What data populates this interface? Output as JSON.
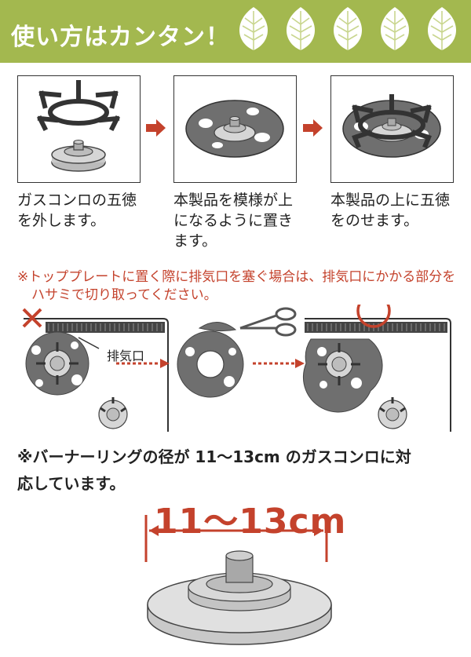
{
  "header": {
    "title": "使い方はカンタン！"
  },
  "steps": [
    {
      "lines": [
        "ガスコンロの五徳",
        "を外します。"
      ]
    },
    {
      "lines": [
        "本製品を模様が上",
        "になるように置き",
        "ます。"
      ]
    },
    {
      "lines": [
        "本製品の上に五徳",
        "をのせます。"
      ]
    }
  ],
  "top_plate_note": {
    "line1": "※トッププレートに置く際に排気口を塞ぐ場合は、排気口にかかる部分を",
    "line2": "ハサミで切り取ってください。"
  },
  "exhaust_label": "排気口",
  "burner_note": {
    "line1": "※バーナーリングの径が 11〜13cm のガスコンロに対",
    "line2": "応しています。"
  },
  "size_label": "11〜13cm",
  "colors": {
    "header_green": "#a3b84f",
    "accent_red": "#c4422c",
    "mat_gray": "#6f6f6f"
  }
}
